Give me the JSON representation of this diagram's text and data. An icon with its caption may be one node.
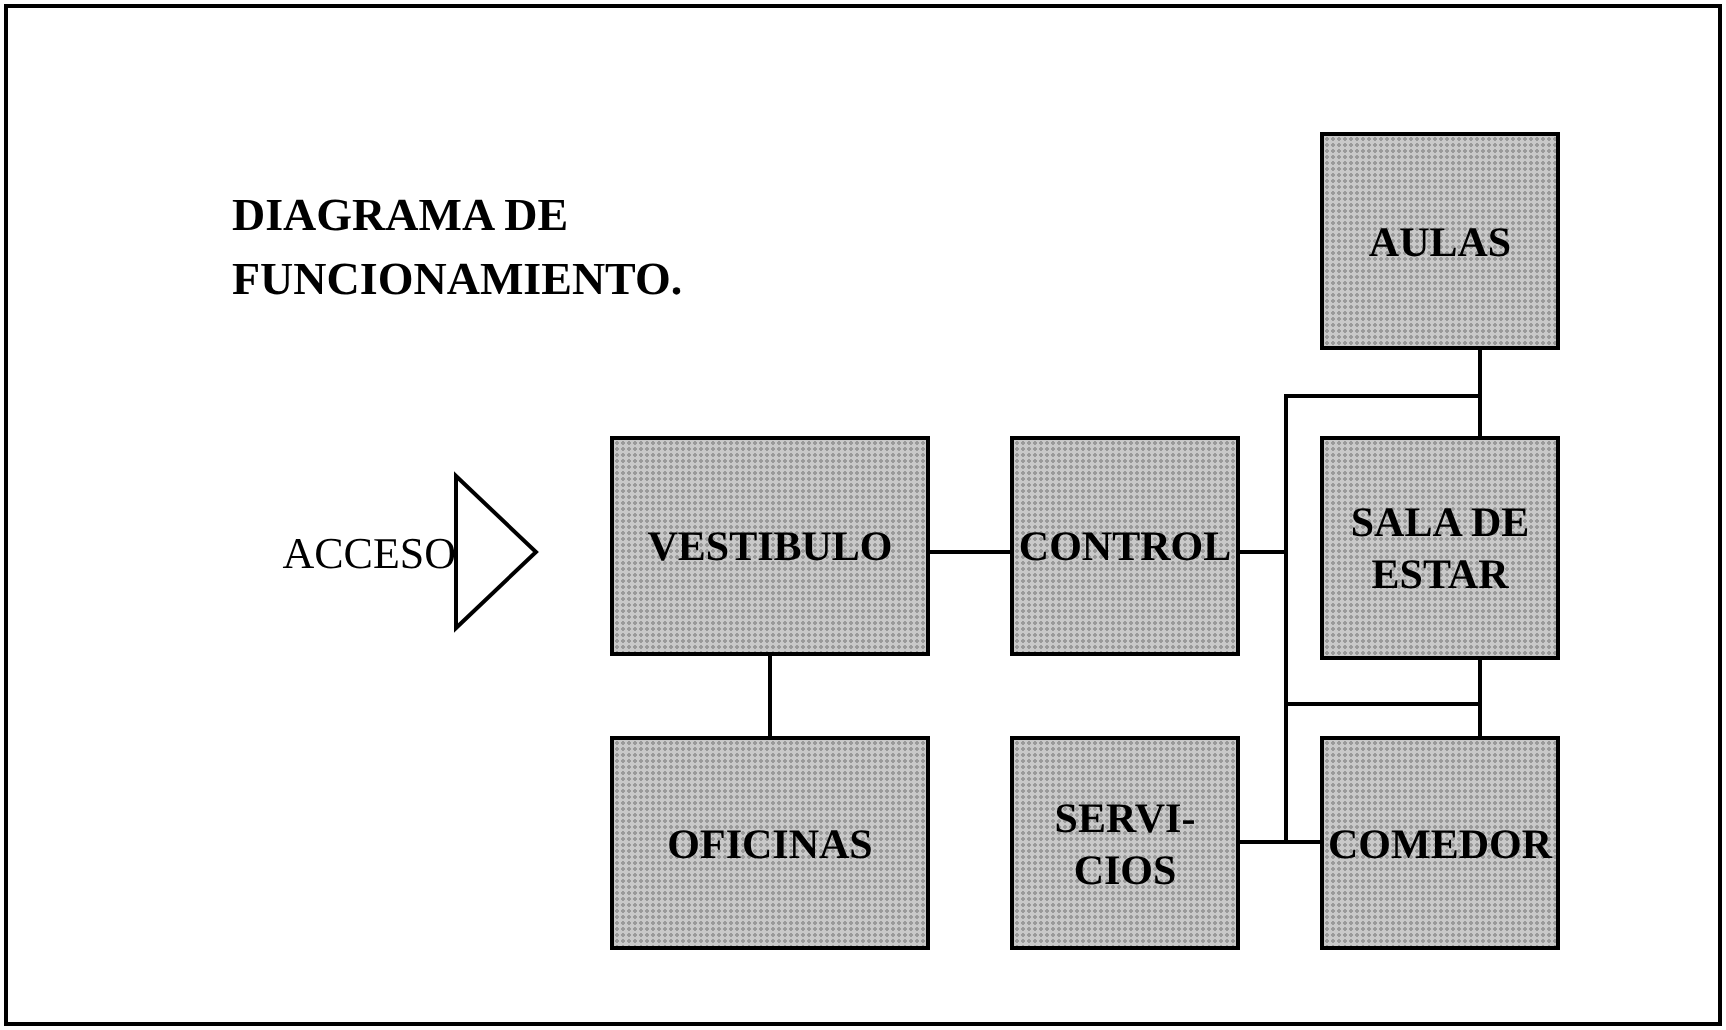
{
  "diagram": {
    "title": "DIAGRAMA DE FUNCIONAMIENTO.",
    "nodes": [
      {
        "text": [
          "ACCESO"
        ]
      },
      {
        "text": [
          "VESTIBULO"
        ]
      },
      {
        "text": [
          "CONTROL"
        ]
      },
      {
        "text": [
          "AULAS"
        ]
      },
      {
        "text": [
          "SALA DE ESTAR"
        ]
      },
      {
        "text": [
          "OFICINAS"
        ]
      },
      {
        "text": [
          "SERVI- CIOS"
        ]
      },
      {
        "text": [
          "COMEDOR"
        ]
      }
    ],
    "edges": [
      {
        "from": 0,
        "to": 1,
        "arrow": "to"
      },
      {
        "from": 1,
        "to": 2,
        "arrow": "none"
      },
      {
        "from": 1,
        "to": 5,
        "arrow": "none"
      },
      {
        "from": 2,
        "to": 3,
        "arrow": "none"
      },
      {
        "from": 2,
        "to": 4,
        "arrow": "none"
      },
      {
        "from": 2,
        "to": 7,
        "arrow": "none"
      },
      {
        "from": 6,
        "to": 7,
        "arrow": "none"
      },
      {
        "from": 6,
        "to": 2,
        "arrow": "none"
      },
      {
        "from": 4,
        "to": 7,
        "arrow": "none"
      }
    ]
  }
}
